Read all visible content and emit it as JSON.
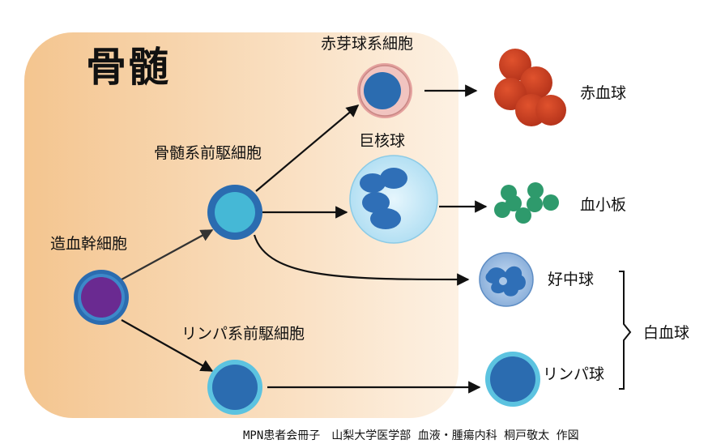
{
  "diagram": {
    "title": "骨髄",
    "labels": {
      "hsc": "造血幹細胞",
      "myeloid": "骨髄系前駆細胞",
      "lymphoid": "リンパ系前駆細胞",
      "erythroid": "赤芽球系細胞",
      "megakaryocyte": "巨核球",
      "rbc": "赤血球",
      "platelet": "血小板",
      "neutrophil": "好中球",
      "lymphocyte": "リンパ球",
      "wbc": "白血球"
    },
    "credit": "MPN患者会冊子　山梨大学医学部 血液・腫瘍内科 桐戸敬太 作図"
  },
  "colors": {
    "marrow_light": "#fdf0e0",
    "marrow_dark": "#f4c48c",
    "hsc_core": "#6a2a91",
    "cell_ring": "#2b6cb0",
    "myeloid_core": "#45b8d6",
    "erythroid_ring": "#e4a19e",
    "rbc": "#c23b1c",
    "platelet": "#2e9a6c",
    "megakaryocyte_bg": "#bfe6f6",
    "megakaryocyte_nucleus": "#2f6fb7",
    "neutrophil_bg": "#a9c7e8",
    "lymph_ring": "#5cc3e0",
    "arrow": "#111111"
  }
}
